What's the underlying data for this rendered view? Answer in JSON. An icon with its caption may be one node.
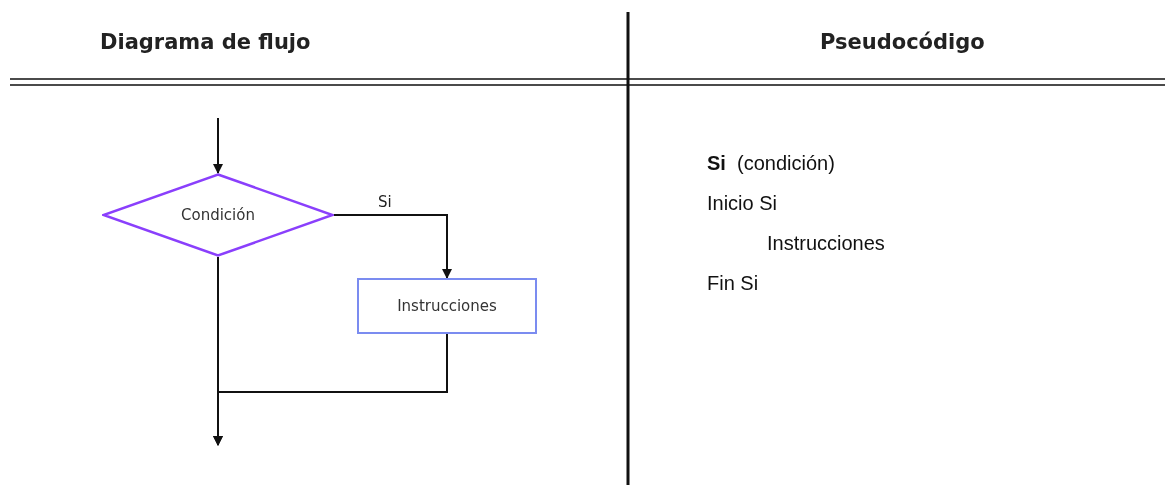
{
  "diagram": {
    "nodes": [
      {
        "text": [
          "Condición"
        ]
      },
      {
        "text": [
          "Instrucciones"
        ]
      }
    ],
    "edges": [
      {
        "from": null,
        "to": 0,
        "arrow": "to"
      },
      {
        "from": 0,
        "to": 1,
        "arrow": "to",
        "label": "Si"
      },
      {
        "from": 0,
        "to": null,
        "arrow": "to"
      },
      {
        "from": 1,
        "to": null,
        "arrow": "to"
      }
    ],
    "labels": [
      "Diagrama de flujo",
      "Pseudocódigo",
      "**Si**  (condición)",
      "Inicio Si",
      "Instrucciones",
      "Fin Si"
    ]
  }
}
